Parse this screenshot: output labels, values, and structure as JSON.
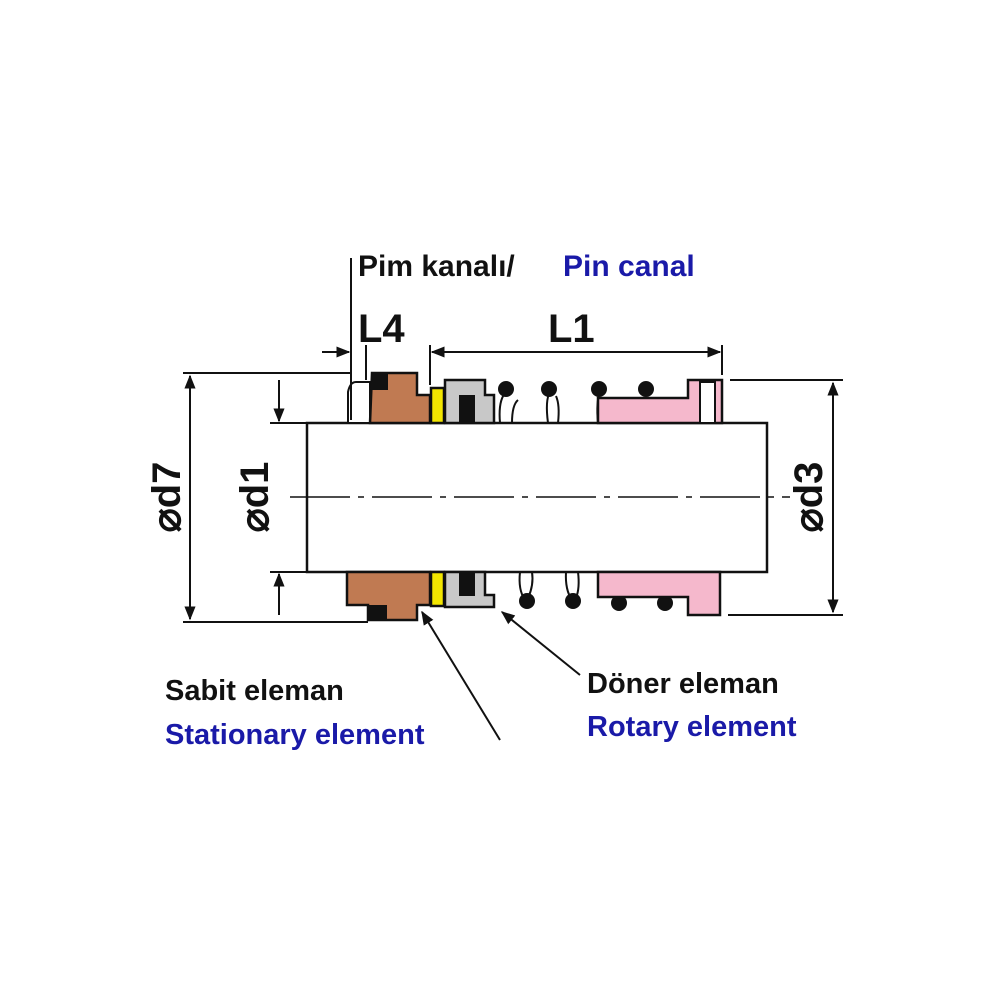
{
  "labels": {
    "pin_canal_tr": "Pim kanalı/",
    "pin_canal_en": "Pin canal",
    "L4": "L4",
    "L1": "L1",
    "d7": "⌀d7",
    "d1": "⌀d1",
    "d3": "⌀d3",
    "stationary_tr": "Sabit eleman",
    "stationary_en": "Stationary element",
    "rotary_tr": "Döner eleman",
    "rotary_en": "Rotary element"
  },
  "colors": {
    "black_text": "#111111",
    "blue_text": "#1a1aa8",
    "stationary": "#c07a52",
    "seat_face": "#f2e600",
    "rotary_body": "#c8c8c8",
    "retainer": "#f5b8cc"
  }
}
